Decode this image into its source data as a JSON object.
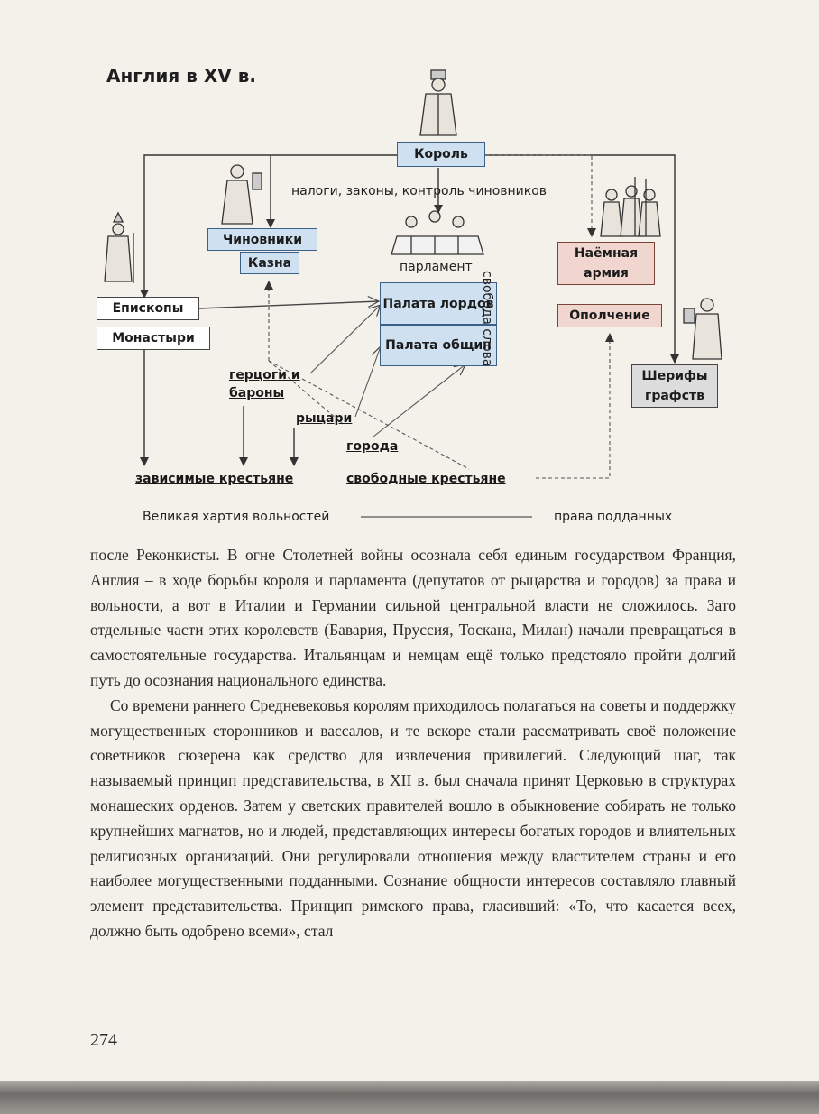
{
  "diagram": {
    "title": "Англия в XV в.",
    "boxes": {
      "king": "Король",
      "officials": "Чиновники",
      "treasury": "Казна",
      "lords": "Палата лордов",
      "commons": "Палата общин",
      "bishops": "Епископы",
      "monasteries": "Монастыри",
      "mercenary_army": "Наёмная армия",
      "militia": "Ополчение",
      "sheriffs": "Шерифы графств"
    },
    "labels": {
      "taxes_laws": "налоги, законы, контроль чиновников",
      "parliament": "парламент",
      "free_speech": "свобода слова",
      "dukes_barons": "герцоги и бароны",
      "knights": "рыцари",
      "towns": "города",
      "dependent_peasants": "зависимые крестьяне",
      "free_peasants": "свободные крестьяне",
      "magna_carta": "Великая хартия вольностей",
      "subject_rights": "права подданных"
    },
    "colors": {
      "blue_box": "#cfe0f1",
      "pink_box": "#f0d6cf",
      "gray_box": "#dcdcdc"
    }
  },
  "text": {
    "p1": "после Реконкисты. В огне Столетней войны осознала себя единым государством Франция, Англия – в ходе борьбы короля и парламента (депутатов от рыцарства и городов) за права и вольности, а вот в Италии и Германии сильной центральной власти не сложилось. Зато отдельные части этих королевств (Бавария, Пруссия, Тоскана, Милан) начали превращаться в самостоятельные государства. Итальянцам и немцам ещё только предстояло пройти долгий путь до осознания национального единства.",
    "p2": "Со времени раннего Средневековья королям приходилось полагаться на советы и поддержку могущественных сторонников и вассалов, и те вскоре стали рассматривать своё положение советников сюзерена как средство для извлечения привилегий. Следующий шаг, так называемый принцип представительства, в XII в. был сначала принят Церковью в структурах монашеских орденов. Затем у светских правителей вошло в обыкновение собирать не только крупнейших магнатов, но и людей, представляющих интересы богатых городов и влиятельных религиозных организаций. Они регулировали отношения между властителем страны и его наиболее могущественными подданными. Сознание общности интересов составляло главный элемент представительства. Принцип римского права, гласивший: «То, что касается всех, должно быть одобрено всеми», стал"
  },
  "page_number": "274"
}
